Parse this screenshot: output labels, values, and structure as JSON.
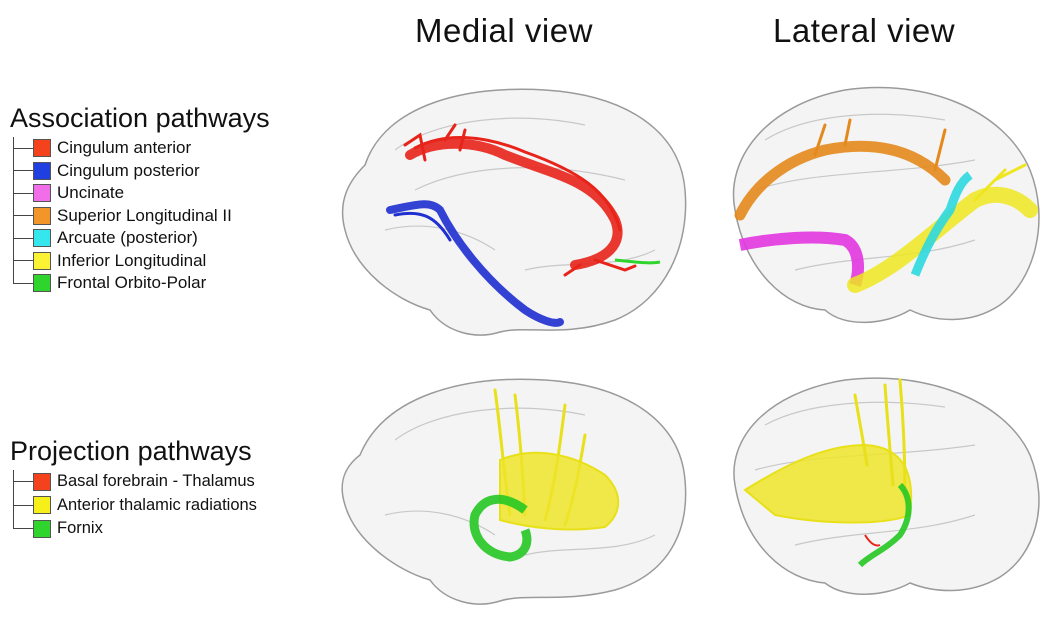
{
  "views": {
    "medial": "Medial view",
    "lateral": "Lateral view"
  },
  "association": {
    "title": "Association pathways",
    "items": [
      {
        "label": "Cingulum anterior",
        "color": "#f4421c"
      },
      {
        "label": "Cingulum posterior",
        "color": "#1f3fe0"
      },
      {
        "label": "Uncinate",
        "color": "#f26ee8"
      },
      {
        "label": "Superior Longitudinal II",
        "color": "#f3962a"
      },
      {
        "label": "Arcuate (posterior)",
        "color": "#35e6ec"
      },
      {
        "label": "Inferior Longitudinal",
        "color": "#fbf234"
      },
      {
        "label": "Frontal Orbito-Polar",
        "color": "#2fd52c"
      }
    ]
  },
  "projection": {
    "title": "Projection pathways",
    "items": [
      {
        "label": "Basal forebrain - Thalamus",
        "color": "#f4421c"
      },
      {
        "label": "Anterior thalamic radiations",
        "color": "#f7ef1a"
      },
      {
        "label": "Fornix",
        "color": "#2fd52c"
      }
    ]
  }
}
